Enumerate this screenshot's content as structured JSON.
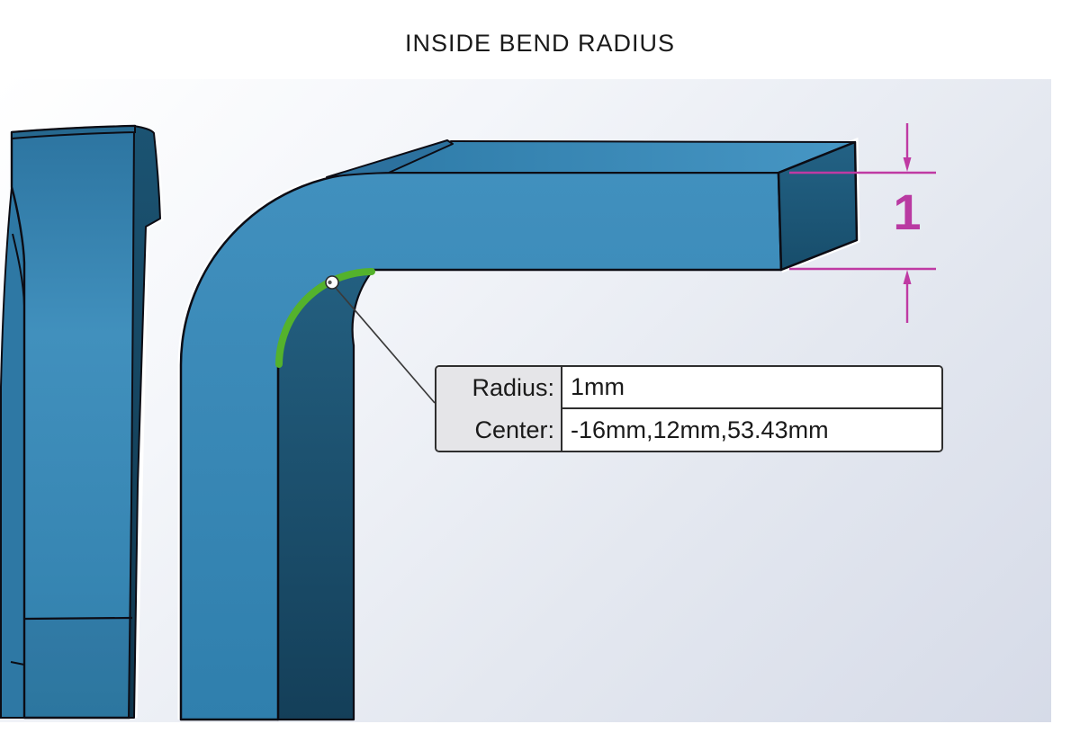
{
  "title": "INSIDE BEND RADIUS",
  "callout": {
    "rows": [
      {
        "label": "Radius:",
        "value": "1mm"
      },
      {
        "label": "Center:",
        "value": "-16mm,12mm,53.43mm"
      }
    ]
  },
  "dimension": {
    "value": "1",
    "color": "#b93aa2"
  },
  "colors": {
    "part_blue": "#3a88b6",
    "part_dark_side": "#1d5474",
    "bend_highlight_green": "#54b22c",
    "dimension_magenta": "#bf3aa3",
    "canvas_gradient_end": "#d6dbe8",
    "callout_label_bg": "#e5e5e8"
  }
}
